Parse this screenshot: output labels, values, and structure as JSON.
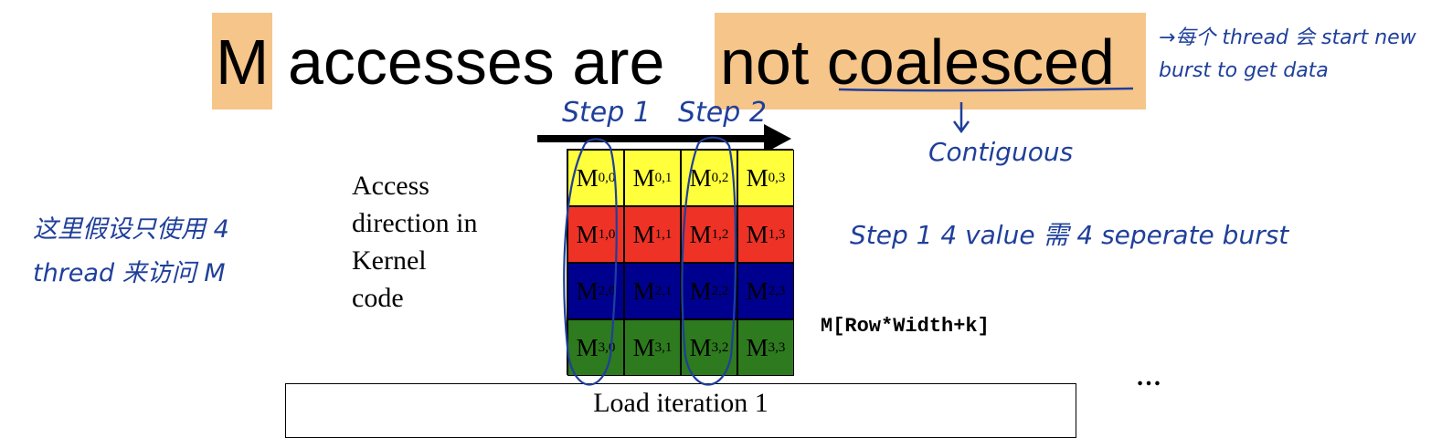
{
  "title": {
    "word_1": "M",
    "word_2": "accesses are",
    "word_3": "not coalesced"
  },
  "side_label": {
    "line_1": "Access",
    "line_2": "direction in",
    "line_3": "Kernel",
    "line_4": "code"
  },
  "matrix": {
    "rows": [
      {
        "color": "#ffff3c",
        "cells": [
          {
            "m": "M",
            "i": "0,0"
          },
          {
            "m": "M",
            "i": "0,1"
          },
          {
            "m": "M",
            "i": "0,2"
          },
          {
            "m": "M",
            "i": "0,3"
          }
        ]
      },
      {
        "color": "#ee3226",
        "cells": [
          {
            "m": "M",
            "i": "1,0"
          },
          {
            "m": "M",
            "i": "1,1"
          },
          {
            "m": "M",
            "i": "1,2"
          },
          {
            "m": "M",
            "i": "1,3"
          }
        ]
      },
      {
        "color": "#00008f",
        "cells": [
          {
            "m": "M",
            "i": "2,0"
          },
          {
            "m": "M",
            "i": "2,1"
          },
          {
            "m": "M",
            "i": "2,2"
          },
          {
            "m": "M",
            "i": "2,3"
          }
        ]
      },
      {
        "color": "#2e7a1e",
        "cells": [
          {
            "m": "M",
            "i": "3,0"
          },
          {
            "m": "M",
            "i": "3,1"
          },
          {
            "m": "M",
            "i": "3,2"
          },
          {
            "m": "M",
            "i": "3,3"
          }
        ]
      }
    ]
  },
  "code_label": "M[Row*Width+k]",
  "ellipsis": "…",
  "box_label": "Load iteration 1",
  "handwriting": {
    "step_1": "Step 1",
    "step_2": "Step 2",
    "contiguous": "Contiguous",
    "top_right": "→每个 thread 会 start new burst to get data",
    "left_note": "这里假设只使用 4 thread 来访问 M",
    "right_note": "Step 1  4 value 需 4 seperate burst"
  },
  "colors": {
    "highlight": "#f6c58a",
    "ink": "#1f3f9a"
  }
}
